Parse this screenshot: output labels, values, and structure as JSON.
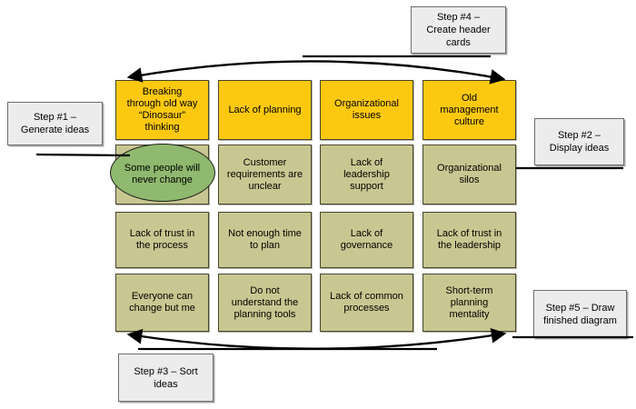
{
  "diagram": {
    "type": "affinity-diagram-example",
    "colors": {
      "header_card_fill": "#FDC910",
      "idea_card_fill": "#C9C791",
      "card_border": "#45452E",
      "highlight_ellipse_fill": "#8FB96E",
      "step_box_fill": "#ECECEC",
      "step_box_border": "#6E6E6E",
      "arrow": "#000000"
    },
    "grid": {
      "columns": [
        {
          "header": "Breaking\nthrough old way\n“Dinosaur”\nthinking",
          "cards": [
            "Some people will\nnever change",
            "Lack of trust in\nthe process",
            "Everyone can\nchange but me"
          ]
        },
        {
          "header": "Lack of planning",
          "cards": [
            "Customer\nrequirements are\nunclear",
            "Not enough time\nto plan",
            "Do not\nunderstand the\nplanning tools"
          ]
        },
        {
          "header": "Organizational\nissues",
          "cards": [
            "Lack of\nleadership\nsupport",
            "Lack of\ngovernance",
            "Lack of common\nprocesses"
          ]
        },
        {
          "header": "Old\nmanagement\nculture",
          "cards": [
            "Organizational\nsilos",
            "Lack of trust in\nthe leadership",
            "Short-term\nplanning\nmentality"
          ]
        }
      ],
      "highlighted_card": "Some people will never change",
      "highlight_shape": "ellipse"
    },
    "steps": [
      {
        "label": "Step #1 –\nGenerate ideas"
      },
      {
        "label": "Step #2 –\nDisplay ideas"
      },
      {
        "label": "Step #3 – Sort\nideas"
      },
      {
        "label": "Step #4 –\nCreate header\ncards"
      },
      {
        "label": "Step #5 – Draw\nfinished diagram"
      }
    ]
  }
}
